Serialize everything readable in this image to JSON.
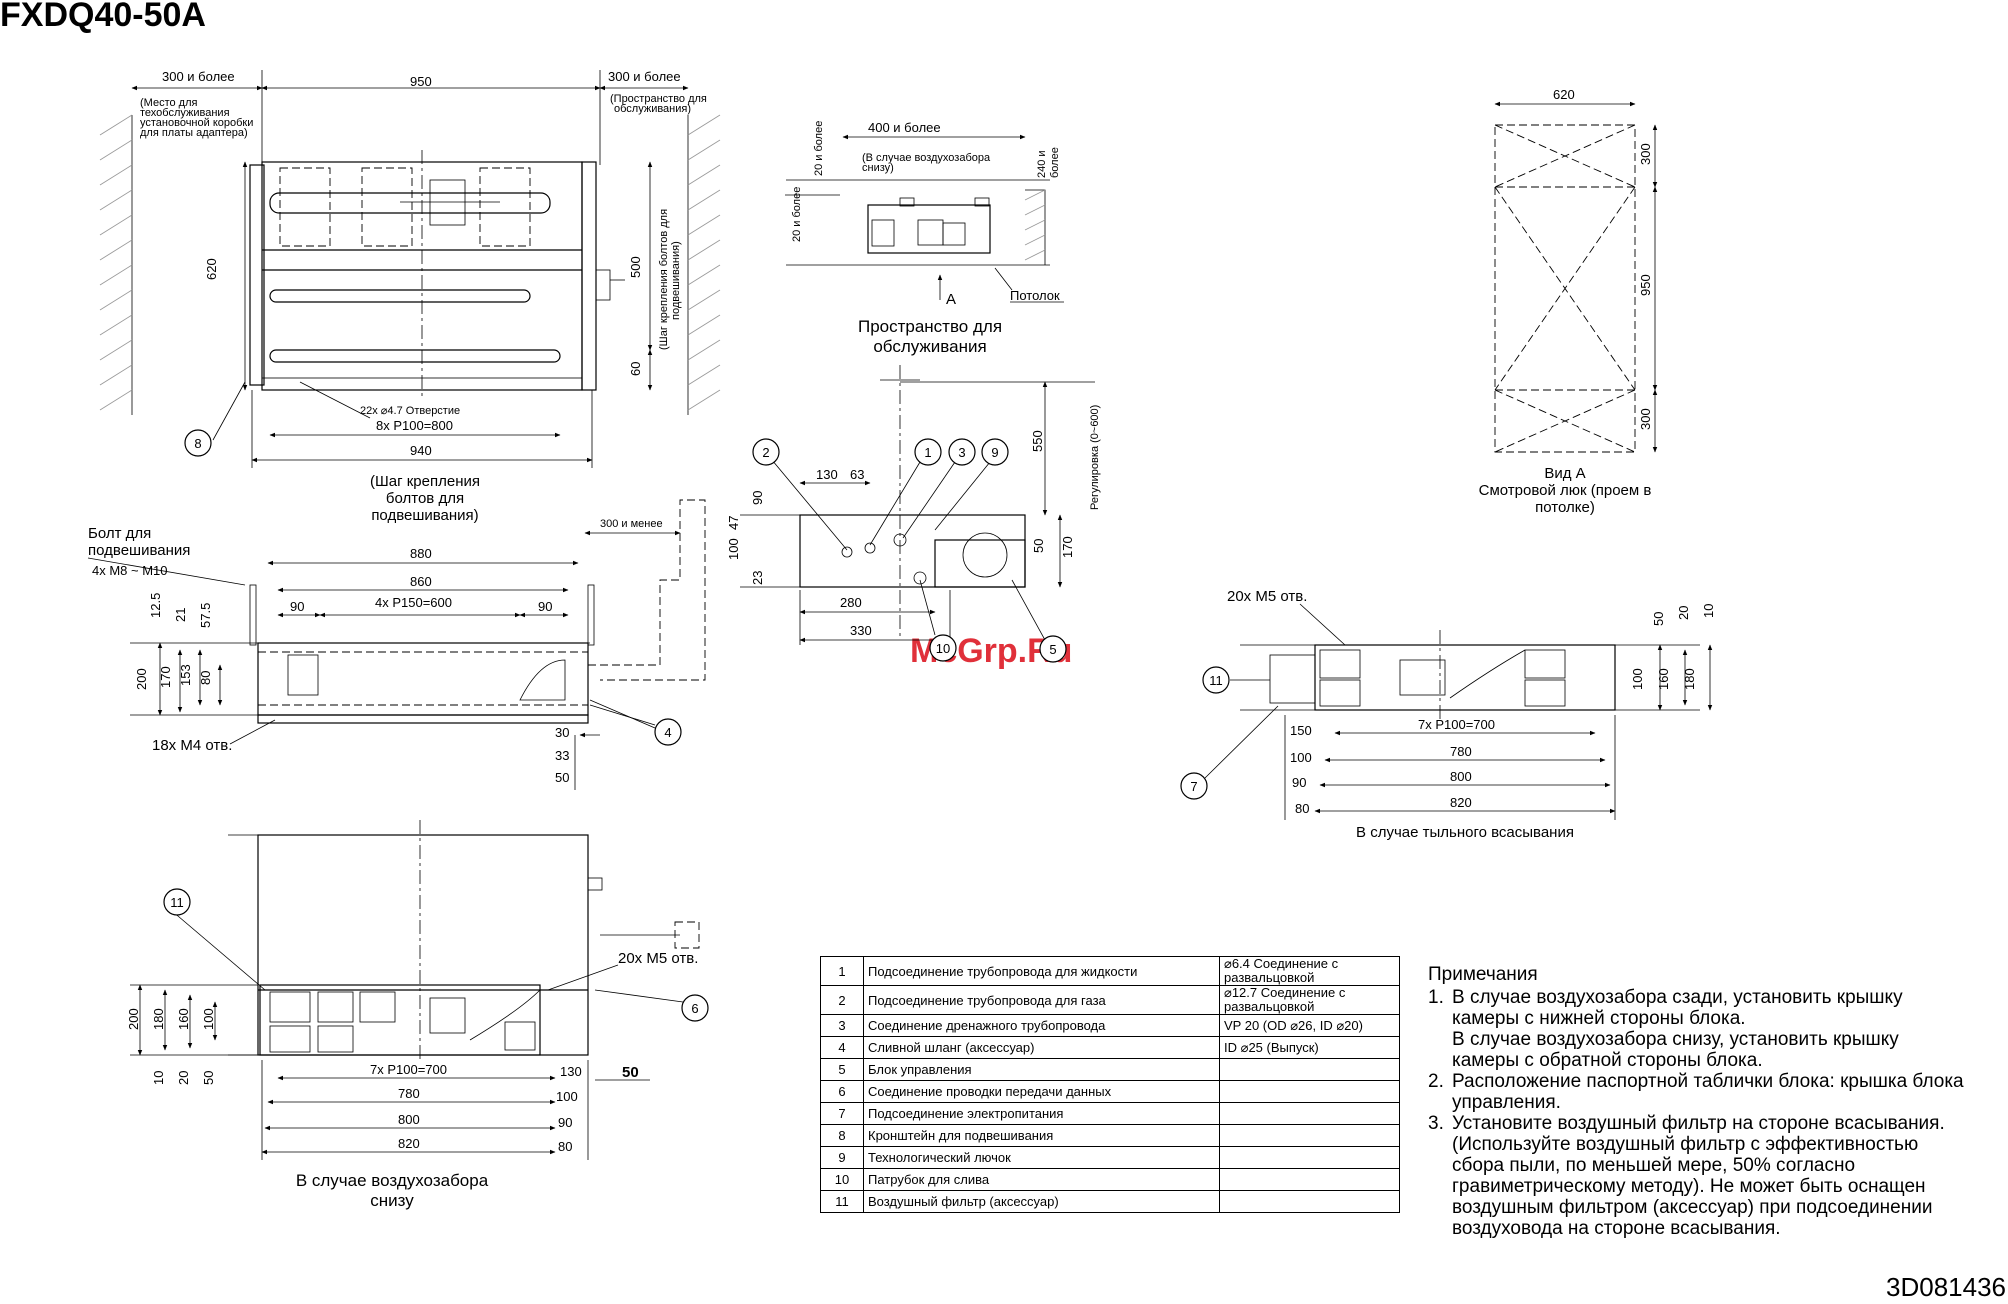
{
  "title": "FXDQ40-50A",
  "doc_code": "3D081436",
  "watermark": "McGrp.Ru",
  "top_view": {
    "d_left": "300 и более",
    "d_950": "950",
    "d_right": "300 и более",
    "note_left": [
      "(Место для",
      "техобслуживания",
      "установочной коробки",
      "для платы адаптера)"
    ],
    "note_right": [
      "(Пространство для",
      "обслуживания)"
    ],
    "d_620": "620",
    "d_500": "500",
    "d_60": "60",
    "bolt_pitch_vertical": [
      "(Шаг крепления болтов для",
      "подвешивания)"
    ],
    "holes": "22x ⌀4.7 Отверстие",
    "pitch": "8x P100=800",
    "d_940": "940",
    "caption": [
      "(Шаг крепления",
      "болтов для",
      "подвешивания)"
    ]
  },
  "front_view": {
    "bolt_label": [
      "Болт для",
      "подвешивания"
    ],
    "bolt_size": "4x M8 ~ M10",
    "d_300less": "300 и менее",
    "d_880": "880",
    "d_860": "860",
    "d_90a": "90",
    "d_90b": "90",
    "pitch": "4x P150=600",
    "v_125": "12.5",
    "v_21": "21",
    "v_575": "57.5",
    "v_200": "200",
    "v_170": "170",
    "v_153": "153",
    "v_80": "80",
    "holes": "18x M4 отв.",
    "d_30": "30",
    "d_33": "33",
    "d_50": "50"
  },
  "bottom_view": {
    "holes": "20x M5 отв.",
    "v_200": "200",
    "v_180": "180",
    "v_160": "160",
    "v_100": "100",
    "v_10": "10",
    "v_20": "20",
    "v_50": "50",
    "pitch": "7x P100=700",
    "d_130": "130",
    "d_50r": "50",
    "d_780": "780",
    "d_100": "100",
    "d_800": "800",
    "d_90": "90",
    "d_820": "820",
    "d_80": "80",
    "caption": [
      "В случае воздухозабора",
      "снизу"
    ]
  },
  "service_view": {
    "d_400": "400 и более",
    "note": [
      "(В случае воздухозабора",
      "снизу)"
    ],
    "d_20a": "20 и более",
    "d_20b": "20 и более",
    "d_240": [
      "240 и",
      "более"
    ],
    "arrow_a": "A",
    "ceiling": "Потолок",
    "caption": [
      "Пространство для",
      "обслуживания"
    ]
  },
  "side_view": {
    "d_130": "130",
    "d_63": "63",
    "v_90": "90",
    "v_100": "100",
    "v_47": "47",
    "v_23": "23",
    "v_550": "550",
    "adjust": "Регулировка (0~600)",
    "v_50": "50",
    "v_170": "170",
    "d_280": "280",
    "d_330": "330"
  },
  "view_a": {
    "d_620": "620",
    "v_300a": "300",
    "v_950": "950",
    "v_300b": "300",
    "caption": [
      "Вид A",
      "Смотровой люк (проем в",
      "потолке)"
    ]
  },
  "rear_view": {
    "holes": "20x M5 отв.",
    "v_50": "50",
    "v_20": "20",
    "v_10": "10",
    "v_100": "100",
    "v_160": "160",
    "v_180": "180",
    "pitch": "7x P100=700",
    "d_150": "150",
    "d_100": "100",
    "d_780": "780",
    "d_90": "90",
    "d_800": "800",
    "d_80": "80",
    "d_820": "820",
    "caption": "В случае тыльного всасывания"
  },
  "callouts": [
    "1",
    "2",
    "3",
    "4",
    "5",
    "6",
    "7",
    "8",
    "9",
    "10",
    "11"
  ],
  "legend": [
    {
      "n": "1",
      "desc": "Подсоединение трубопровода для жидкости",
      "spec": "⌀6.4 Соединение с развальцовкой"
    },
    {
      "n": "2",
      "desc": "Подсоединение трубопровода для газа",
      "spec": "⌀12.7 Соединение с развальцовкой"
    },
    {
      "n": "3",
      "desc": "Соединение дренажного трубопровода",
      "spec": "VP 20 (OD ⌀26, ID ⌀20)"
    },
    {
      "n": "4",
      "desc": "Сливной шланг (аксессуар)",
      "spec": "ID ⌀25 (Выпуск)"
    },
    {
      "n": "5",
      "desc": "Блок управления",
      "spec": ""
    },
    {
      "n": "6",
      "desc": "Соединение проводки передачи данных",
      "spec": ""
    },
    {
      "n": "7",
      "desc": "Подсоединение электропитания",
      "spec": ""
    },
    {
      "n": "8",
      "desc": "Кронштейн для подвешивания",
      "spec": ""
    },
    {
      "n": "9",
      "desc": "Технологический лючок",
      "spec": ""
    },
    {
      "n": "10",
      "desc": "Патрубок для слива",
      "spec": ""
    },
    {
      "n": "11",
      "desc": "Воздушный фильтр (аксессуар)",
      "spec": ""
    }
  ],
  "notes": {
    "heading": "Примечания",
    "items": [
      {
        "num": "1.",
        "text": [
          "В случае воздухозабора сзади, установить крышку",
          "камеры с нижней стороны блока.",
          "В случае воздухозабора снизу, установить крышку",
          "камеры с обратной стороны блока."
        ]
      },
      {
        "num": "2.",
        "text": [
          "Расположение паспортной таблички блока: крышка блока",
          "управления."
        ]
      },
      {
        "num": "3.",
        "text": [
          "Установите воздушный фильтр на стороне всасывания.",
          "(Используйте воздушный фильтр с эффективностью",
          "сбора пыли, по меньшей мере, 50% согласно",
          "гравиметрическому методу). Не может быть оснащен",
          "воздушным фильтром (аксессуар) при подсоединении",
          "воздуховода на стороне всасывания."
        ]
      }
    ]
  }
}
